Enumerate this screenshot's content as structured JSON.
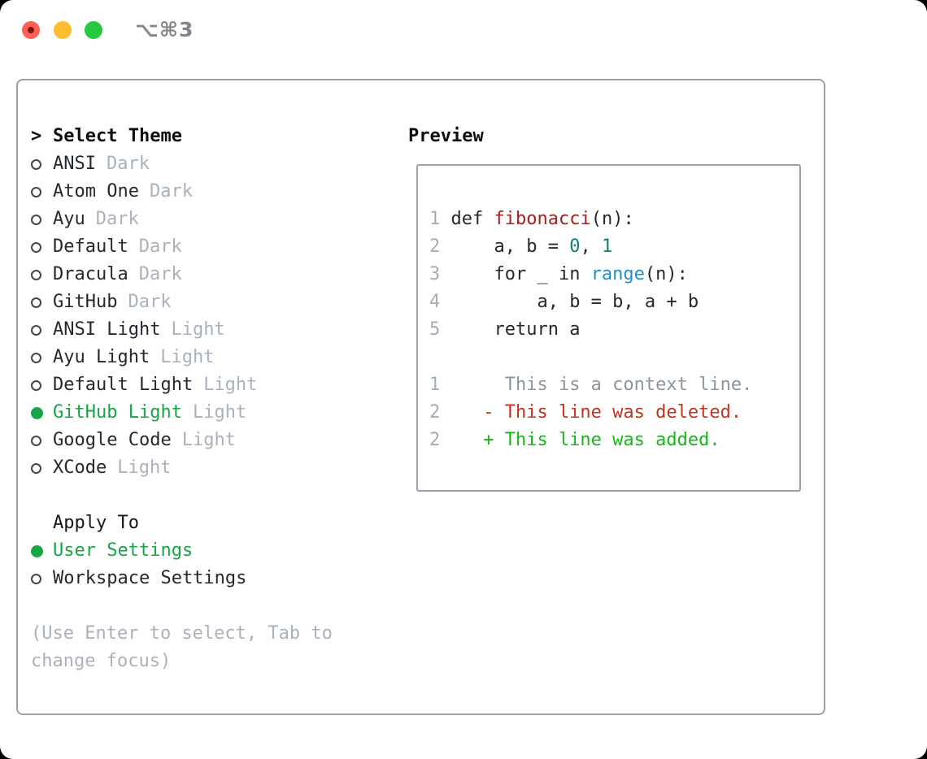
{
  "window": {
    "title": "⌥⌘3",
    "traffic_lights": [
      "close",
      "minimize",
      "zoom"
    ]
  },
  "theme_picker": {
    "header_prefix": ">",
    "header": "Select Theme",
    "items": [
      {
        "name": "ANSI",
        "tag": "Dark",
        "selected": false
      },
      {
        "name": "Atom One",
        "tag": "Dark",
        "selected": false
      },
      {
        "name": "Ayu",
        "tag": "Dark",
        "selected": false
      },
      {
        "name": "Default",
        "tag": "Dark",
        "selected": false
      },
      {
        "name": "Dracula",
        "tag": "Dark",
        "selected": false
      },
      {
        "name": "GitHub",
        "tag": "Dark",
        "selected": false
      },
      {
        "name": "ANSI Light",
        "tag": "Light",
        "selected": false
      },
      {
        "name": "Ayu Light",
        "tag": "Light",
        "selected": false
      },
      {
        "name": "Default Light",
        "tag": "Light",
        "selected": false
      },
      {
        "name": "GitHub Light",
        "tag": "Light",
        "selected": true
      },
      {
        "name": "Google Code",
        "tag": "Light",
        "selected": false
      },
      {
        "name": "XCode",
        "tag": "Light",
        "selected": false
      }
    ],
    "apply_to": {
      "header": "Apply To",
      "options": [
        {
          "name": "User Settings",
          "selected": true
        },
        {
          "name": "Workspace Settings",
          "selected": false
        }
      ]
    },
    "hint": "(Use Enter to select, Tab to change focus)"
  },
  "preview": {
    "header": "Preview",
    "lines": [
      {
        "num": "1",
        "tokens": [
          {
            "t": " def ",
            "c": "code"
          },
          {
            "t": "fibonacci",
            "c": "func"
          },
          {
            "t": "(n):",
            "c": "code"
          }
        ]
      },
      {
        "num": "2",
        "tokens": [
          {
            "t": "     a, b = ",
            "c": "code"
          },
          {
            "t": "0",
            "c": "number"
          },
          {
            "t": ", ",
            "c": "code"
          },
          {
            "t": "1",
            "c": "number"
          }
        ]
      },
      {
        "num": "3",
        "tokens": [
          {
            "t": "     for _ in ",
            "c": "code"
          },
          {
            "t": "range",
            "c": "builtin"
          },
          {
            "t": "(n):",
            "c": "code"
          }
        ]
      },
      {
        "num": "4",
        "tokens": [
          {
            "t": "         a, b = b, a + b",
            "c": "code"
          }
        ]
      },
      {
        "num": "5",
        "tokens": [
          {
            "t": "     return a",
            "c": "code"
          }
        ]
      },
      null,
      {
        "num": "1",
        "tokens": [
          {
            "t": "      This is a context line.",
            "c": "context"
          }
        ]
      },
      {
        "num": "2",
        "tokens": [
          {
            "t": "    - This line was deleted.",
            "c": "deleted"
          }
        ]
      },
      {
        "num": "2",
        "tokens": [
          {
            "t": "    + This line was added.",
            "c": "added"
          }
        ]
      }
    ]
  },
  "colors": {
    "accent-green": "#17a546",
    "function-red": "#a62019",
    "number-teal": "#0d8072",
    "builtin-blue": "#1e8fc9",
    "deleted-red": "#c3331d",
    "added-green": "#16b616",
    "muted-gray": "#a9b2bc",
    "panel-border": "#98a1ab",
    "traffic-red": "#ff5f57",
    "traffic-yellow": "#febc2e",
    "traffic-green": "#28c840"
  }
}
